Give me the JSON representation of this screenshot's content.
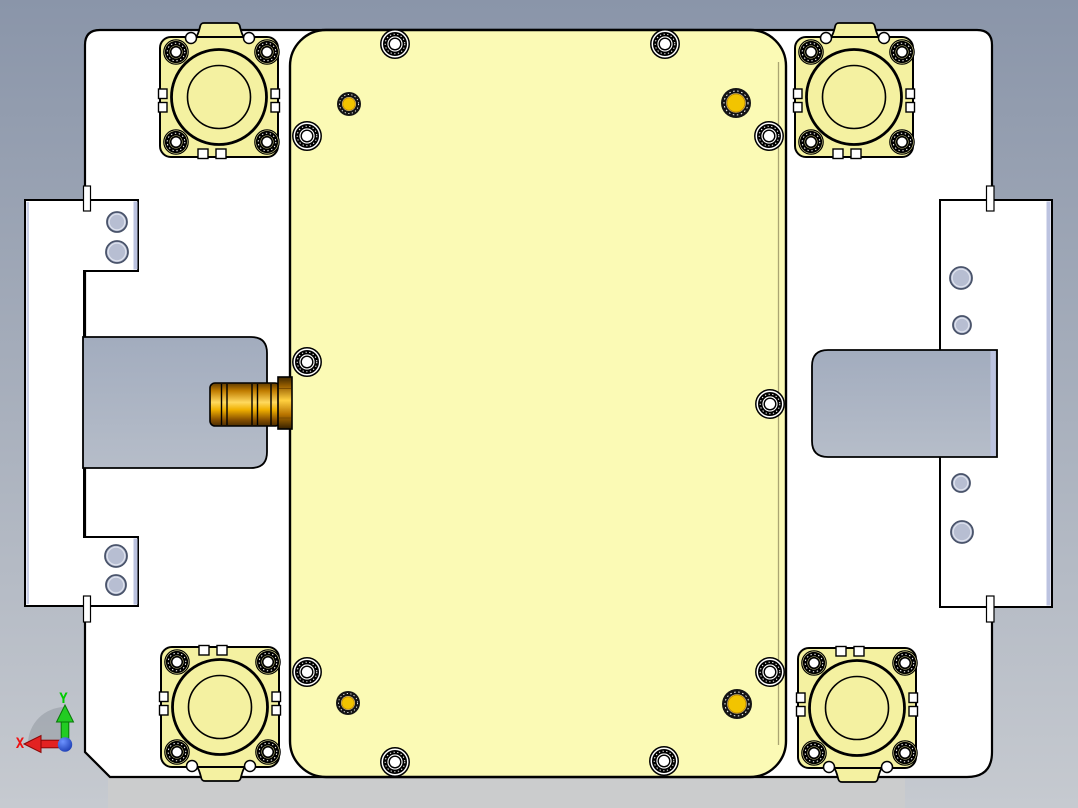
{
  "viewport": {
    "app": "cad-3d-viewport",
    "view_orientation": "top",
    "background_top": "#8a95a9",
    "background_bottom": "#c6cad0"
  },
  "triad": {
    "x_label": "X",
    "y_label": "Y"
  },
  "colors": {
    "base_plate": "#ffffff",
    "fixture_plate": "#fbfab5",
    "cylinder_body": "#f4f1a1",
    "pin_gold": "#f2c400",
    "bracket_hole": "#b7bed2",
    "pocket_gray": "#a9b3c3",
    "shadow_strip": "#cbcccd",
    "fitting_gold": "#e09a00",
    "outline": "#000000",
    "axis_x_red": "#e01010",
    "axis_y_green": "#18c418",
    "origin_blue": "#2a52d8"
  },
  "components": {
    "fixture_plate": {
      "label": "fixture top plate",
      "screw_count": 10,
      "pin_count": 4
    },
    "air_cylinders": {
      "count": 4,
      "positions": [
        "top-left",
        "top-right",
        "bottom-left",
        "bottom-right"
      ]
    },
    "clamp_brackets": {
      "count": 2,
      "hole_count": 8
    },
    "pockets": {
      "count": 2
    },
    "hose_fitting": {
      "count": 1
    }
  }
}
